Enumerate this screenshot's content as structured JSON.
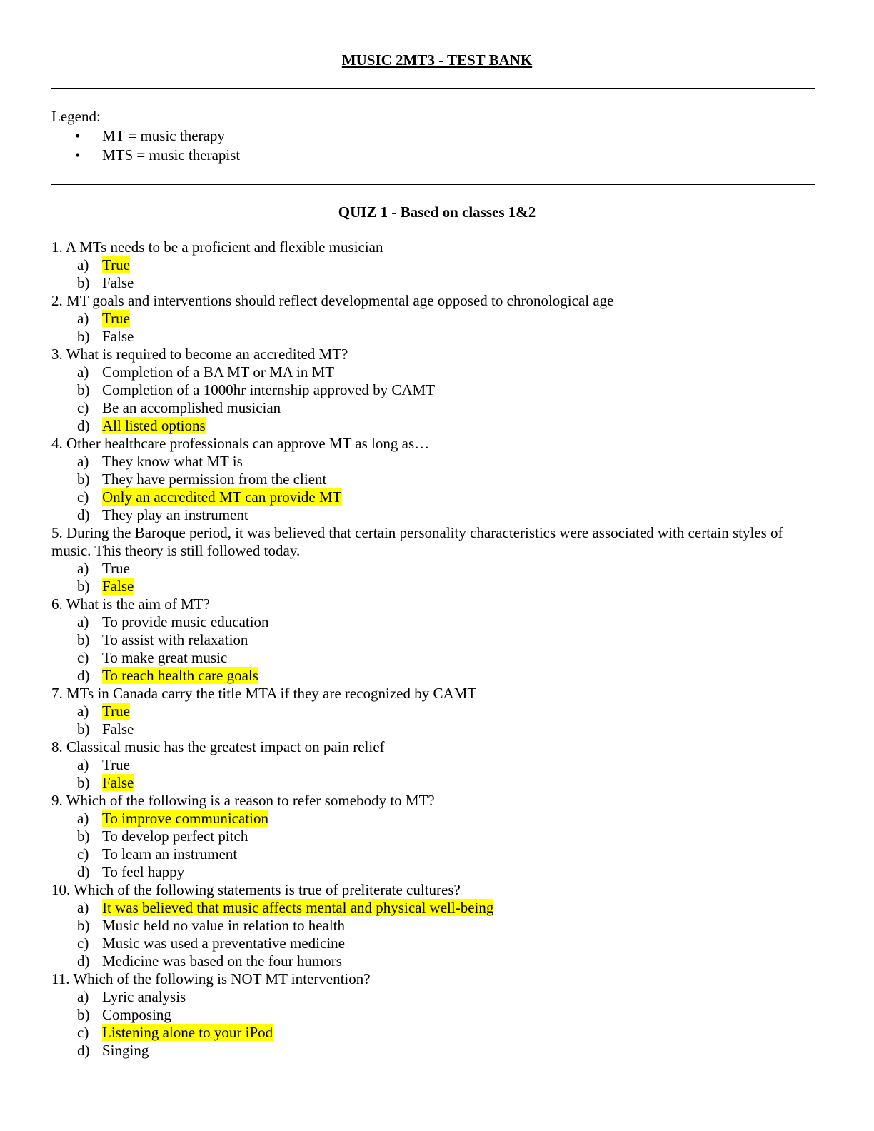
{
  "document": {
    "title": "MUSIC 2MT3 - TEST BANK",
    "legend_label": "Legend:",
    "legend_items": [
      "MT = music therapy",
      "MTS = music therapist"
    ],
    "quiz_title": "QUIZ 1 - Based on classes 1&2",
    "highlight_color": "#ffff00"
  },
  "questions": [
    {
      "text": "1. A MTs needs to be a proficient and flexible musician",
      "options": [
        {
          "letter": "a)",
          "text": "True",
          "correct": true
        },
        {
          "letter": "b)",
          "text": "False",
          "correct": false
        }
      ]
    },
    {
      "text": "2. MT goals and interventions should reflect developmental age opposed to chronological age",
      "options": [
        {
          "letter": "a)",
          "text": "True",
          "correct": true
        },
        {
          "letter": "b)",
          "text": "False",
          "correct": false
        }
      ]
    },
    {
      "text": "3. What is required to become an accredited MT?",
      "options": [
        {
          "letter": "a)",
          "text": "Completion of a BA MT or MA in MT",
          "correct": false
        },
        {
          "letter": "b)",
          "text": "Completion of a 1000hr internship approved by CAMT",
          "correct": false
        },
        {
          "letter": "c)",
          "text": "Be an accomplished musician",
          "correct": false
        },
        {
          "letter": "d)",
          "text": "All listed options",
          "correct": true
        }
      ]
    },
    {
      "text": "4. Other healthcare professionals can approve MT as long as…",
      "options": [
        {
          "letter": "a)",
          "text": "They know what MT is",
          "correct": false
        },
        {
          "letter": "b)",
          "text": "They have permission from the client",
          "correct": false
        },
        {
          "letter": "c)",
          "text": "Only an accredited MT can provide MT",
          "correct": true
        },
        {
          "letter": "d)",
          "text": "They play an instrument",
          "correct": false
        }
      ]
    },
    {
      "text": "5. During the Baroque period, it was believed that certain personality characteristics were associated with certain styles of music. This theory is still followed today.",
      "options": [
        {
          "letter": "a)",
          "text": "True",
          "correct": false
        },
        {
          "letter": "b)",
          "text": "False",
          "correct": true
        }
      ]
    },
    {
      "text": "6. What is the aim of MT?",
      "options": [
        {
          "letter": "a)",
          "text": "To provide music education",
          "correct": false
        },
        {
          "letter": "b)",
          "text": "To assist with relaxation",
          "correct": false
        },
        {
          "letter": "c)",
          "text": "To make great music",
          "correct": false
        },
        {
          "letter": "d)",
          "text": "To reach health care goals",
          "correct": true
        }
      ]
    },
    {
      "text": "7. MTs in Canada carry the title MTA if they are recognized by CAMT",
      "options": [
        {
          "letter": "a)",
          "text": "True",
          "correct": true
        },
        {
          "letter": "b)",
          "text": "False",
          "correct": false
        }
      ]
    },
    {
      "text": "8. Classical music has the greatest impact on pain relief",
      "options": [
        {
          "letter": "a)",
          "text": "True",
          "correct": false
        },
        {
          "letter": "b)",
          "text": "False",
          "correct": true
        }
      ]
    },
    {
      "text": "9. Which of the following is a reason to refer somebody to MT?",
      "options": [
        {
          "letter": "a)",
          "text": "To improve communication",
          "correct": true
        },
        {
          "letter": "b)",
          "text": "To develop perfect pitch",
          "correct": false
        },
        {
          "letter": "c)",
          "text": "To learn an instrument",
          "correct": false
        },
        {
          "letter": "d)",
          "text": "To feel happy",
          "correct": false
        }
      ]
    },
    {
      "text": "10. Which of the following statements is true of preliterate cultures?",
      "options": [
        {
          "letter": "a)",
          "text": "It was believed that music affects mental and physical well-being",
          "correct": true
        },
        {
          "letter": "b)",
          "text": "Music held no value in relation to health",
          "correct": false
        },
        {
          "letter": "c)",
          "text": "Music was used a preventative medicine",
          "correct": false
        },
        {
          "letter": "d)",
          "text": "Medicine was based on the four humors",
          "correct": false
        }
      ]
    },
    {
      "text": "11. Which of the following is NOT MT intervention?",
      "options": [
        {
          "letter": "a)",
          "text": "Lyric analysis",
          "correct": false
        },
        {
          "letter": "b)",
          "text": "Composing",
          "correct": false
        },
        {
          "letter": "c)",
          "text": "Listening alone to your iPod",
          "correct": true
        },
        {
          "letter": "d)",
          "text": "Singing",
          "correct": false
        }
      ]
    }
  ]
}
